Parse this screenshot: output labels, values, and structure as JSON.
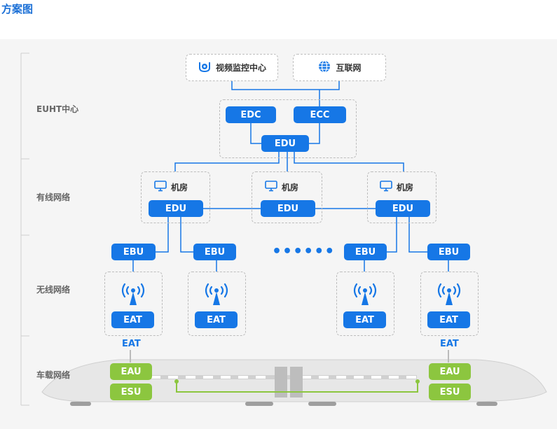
{
  "page_title": "方案图",
  "layers": {
    "center": "EUHT中心",
    "wired": "有线网络",
    "wireless": "无线网络",
    "onboard": "车载网络"
  },
  "top": {
    "monitor_center": "视频监控中心",
    "internet": "互联网"
  },
  "center_nodes": {
    "edc": "EDC",
    "ecc": "ECC",
    "edu": "EDU"
  },
  "rooms": [
    {
      "label": "机房",
      "edu": "EDU"
    },
    {
      "label": "机房",
      "edu": "EDU"
    },
    {
      "label": "机房",
      "edu": "EDU"
    }
  ],
  "ebus": [
    "EBU",
    "EBU",
    "EBU",
    "EBU"
  ],
  "eats": [
    "EAT",
    "EAT",
    "EAT",
    "EAT"
  ],
  "ellipsis": "••••••",
  "train": {
    "ant_left": "EAT",
    "ant_right": "EAT",
    "eau_left": "EAU",
    "esu_left": "ESU",
    "eau_right": "EAU",
    "esu_right": "ESU"
  },
  "colors": {
    "blue": "#1677e6",
    "green": "#8cc63f",
    "title": "#1a6fd6"
  },
  "icons": [
    "camera-icon",
    "globe-icon",
    "monitor-icon",
    "wireless-antenna-icon"
  ]
}
